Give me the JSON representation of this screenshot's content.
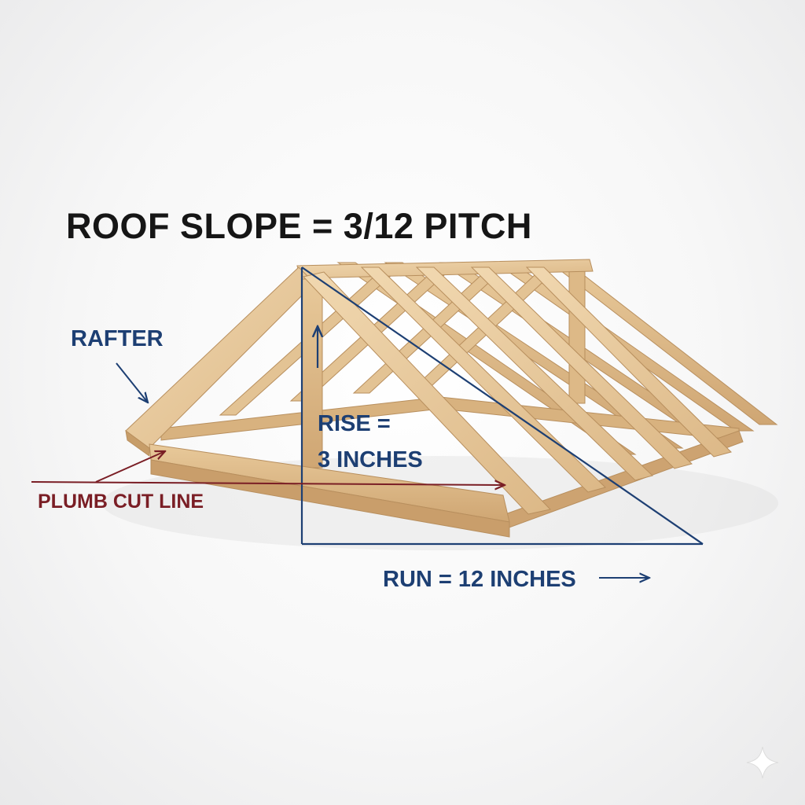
{
  "title": "ROOF SLOPE = 3/12 PITCH",
  "labels": {
    "rafter": "RAFTER",
    "plumb_cut": "PLUMB CUT LINE",
    "rise_line1": "RISE =",
    "rise_line2": "3 INCHES",
    "run": "RUN = 12 INCHES"
  },
  "colors": {
    "title": "#161616",
    "annotation_blue": "#1d3f73",
    "annotation_red": "#7a1e25",
    "wood_light": "#ecd0a6",
    "wood_mid": "#dcb887",
    "wood_dark": "#c59c68"
  },
  "icons": {
    "corner_mark": "sparkle-icon"
  }
}
